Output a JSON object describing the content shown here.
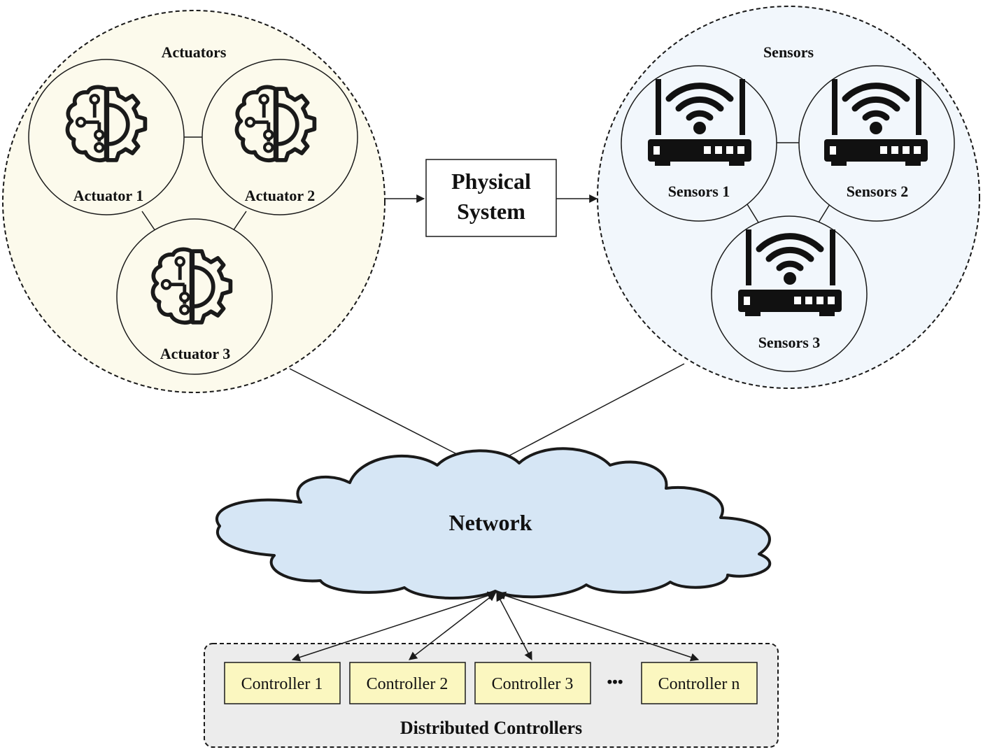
{
  "actuators": {
    "group_label": "Actuators",
    "items": [
      {
        "label": "Actuator 1",
        "icon": "brain-gear-icon"
      },
      {
        "label": "Actuator 2",
        "icon": "brain-gear-icon"
      },
      {
        "label": "Actuator 3",
        "icon": "brain-gear-icon"
      }
    ]
  },
  "sensors": {
    "group_label": "Sensors",
    "items": [
      {
        "label": "Sensors 1",
        "icon": "wifi-router-icon"
      },
      {
        "label": "Sensors 2",
        "icon": "wifi-router-icon"
      },
      {
        "label": "Sensors 3",
        "icon": "wifi-router-icon"
      }
    ]
  },
  "physical_system": {
    "line1": "Physical",
    "line2": "System"
  },
  "network": {
    "label": "Network"
  },
  "controllers": {
    "group_label": "Distributed Controllers",
    "items": [
      "Controller 1",
      "Controller 2",
      "Controller 3",
      "Controller n"
    ],
    "ellipsis": "•••"
  },
  "colors": {
    "actuator_fill": "#fcfaec",
    "sensor_fill": "#f2f7fc",
    "cloud_fill": "#d6e6f5",
    "controller_fill": "#fbf7c0",
    "controller_group_fill": "#ececec",
    "stroke": "#1a1a1a"
  }
}
